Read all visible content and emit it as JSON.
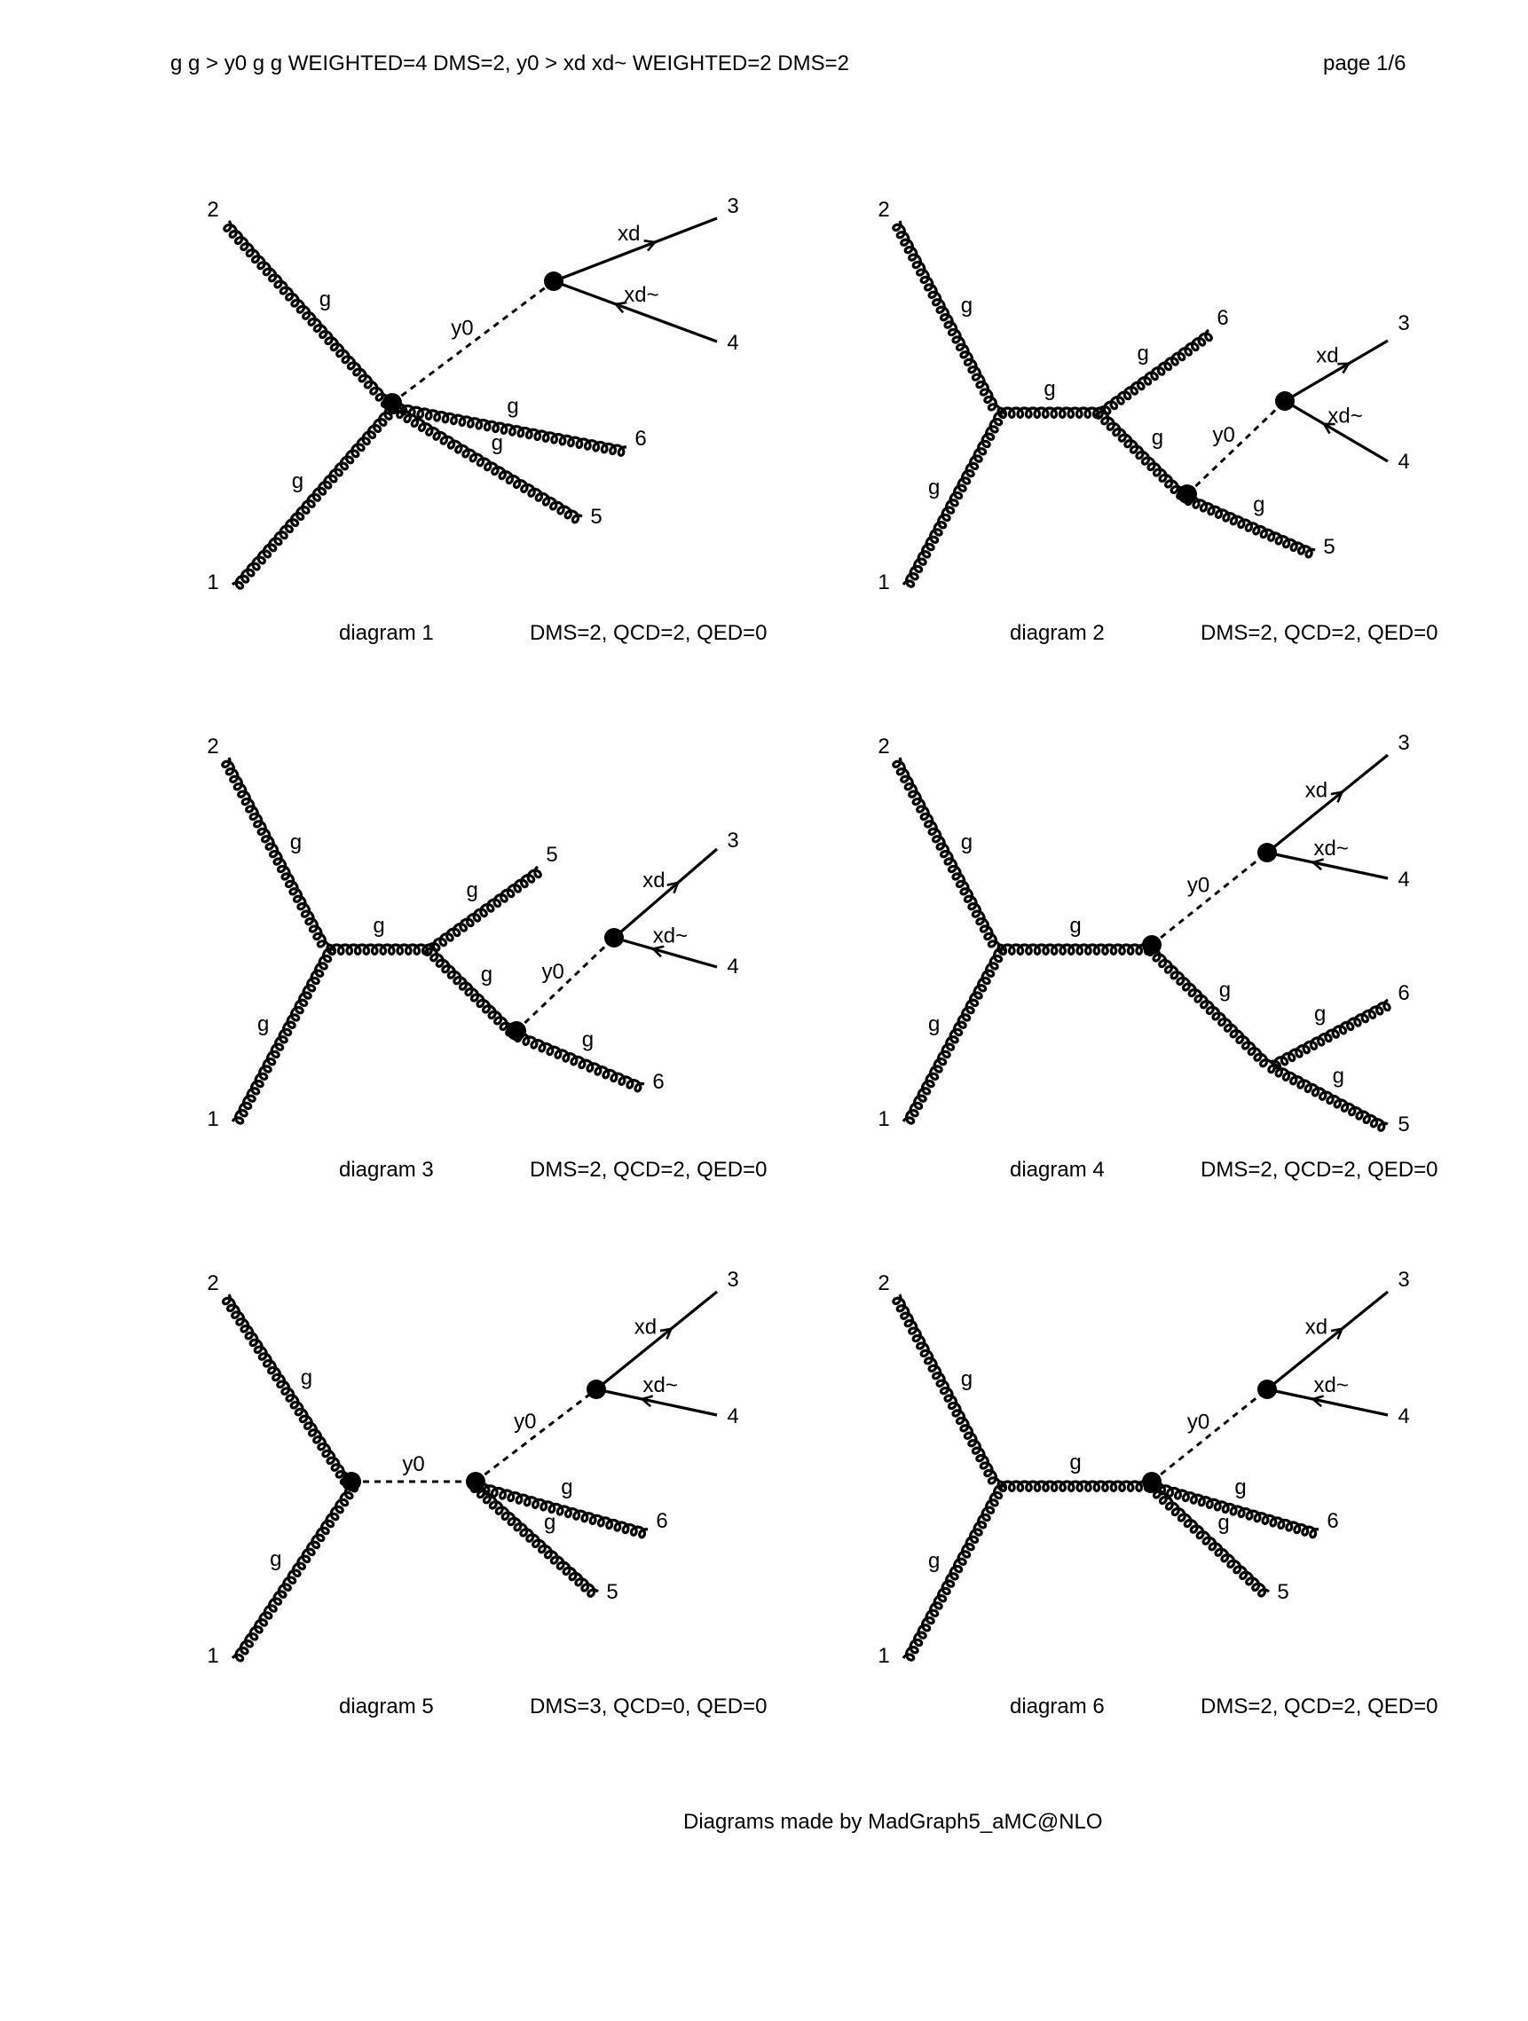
{
  "header": {
    "process": "g g > y0 g g WEIGHTED=4 DMS=2, y0 > xd xd~ WEIGHTED=2 DMS=2",
    "page": "page 1/6"
  },
  "footer": "Diagrams made by MadGraph5_aMC@NLO",
  "diagrams": [
    {
      "name": "diagram 1",
      "couplings": "DMS=2, QCD=2, QED=0",
      "lines": [
        {
          "from": "e1",
          "to": "v1",
          "type": "gluon",
          "label": "g"
        },
        {
          "from": "e2",
          "to": "v1",
          "type": "gluon",
          "label": "g"
        },
        {
          "from": "v1",
          "to": "e6",
          "type": "gluon",
          "label": "g"
        },
        {
          "from": "v1",
          "to": "e5",
          "type": "gluon",
          "label": "g"
        },
        {
          "from": "v1",
          "to": "v2",
          "type": "scalar",
          "label": "y0"
        },
        {
          "from": "v2",
          "to": "e3",
          "type": "fermion",
          "label": "xd"
        },
        {
          "from": "e4",
          "to": "v2",
          "type": "fermion",
          "label": "xd~"
        }
      ],
      "externals": [
        "1",
        "2",
        "3",
        "4",
        "5",
        "6"
      ],
      "blobs": [
        "v1",
        "v2"
      ]
    },
    {
      "name": "diagram 2",
      "couplings": "DMS=2, QCD=2, QED=0",
      "lines": [
        {
          "from": "e1",
          "to": "v1",
          "type": "gluon",
          "label": "g"
        },
        {
          "from": "e2",
          "to": "v1",
          "type": "gluon",
          "label": "g"
        },
        {
          "from": "v1",
          "to": "v2",
          "type": "gluon",
          "label": "g"
        },
        {
          "from": "v2",
          "to": "e6",
          "type": "gluon",
          "label": "g"
        },
        {
          "from": "v2",
          "to": "v3",
          "type": "gluon",
          "label": "g"
        },
        {
          "from": "v3",
          "to": "e5",
          "type": "gluon",
          "label": "g"
        },
        {
          "from": "v3",
          "to": "v4",
          "type": "scalar",
          "label": "y0"
        },
        {
          "from": "v4",
          "to": "e3",
          "type": "fermion",
          "label": "xd"
        },
        {
          "from": "e4",
          "to": "v4",
          "type": "fermion",
          "label": "xd~"
        }
      ],
      "externals": [
        "1",
        "2",
        "3",
        "4",
        "5",
        "6"
      ],
      "blobs": [
        "v3",
        "v4"
      ]
    },
    {
      "name": "diagram 3",
      "couplings": "DMS=2, QCD=2, QED=0",
      "lines": [
        {
          "from": "e1",
          "to": "v1",
          "type": "gluon",
          "label": "g"
        },
        {
          "from": "e2",
          "to": "v1",
          "type": "gluon",
          "label": "g"
        },
        {
          "from": "v1",
          "to": "v2",
          "type": "gluon",
          "label": "g"
        },
        {
          "from": "v2",
          "to": "e5",
          "type": "gluon",
          "label": "g"
        },
        {
          "from": "v2",
          "to": "v3",
          "type": "gluon",
          "label": "g"
        },
        {
          "from": "v3",
          "to": "e6",
          "type": "gluon",
          "label": "g"
        },
        {
          "from": "v3",
          "to": "v4",
          "type": "scalar",
          "label": "y0"
        },
        {
          "from": "v4",
          "to": "e3",
          "type": "fermion",
          "label": "xd"
        },
        {
          "from": "e4",
          "to": "v4",
          "type": "fermion",
          "label": "xd~"
        }
      ],
      "externals": [
        "1",
        "2",
        "3",
        "4",
        "5",
        "6"
      ],
      "blobs": [
        "v3",
        "v4"
      ]
    },
    {
      "name": "diagram 4",
      "couplings": "DMS=2, QCD=2, QED=0",
      "lines": [
        {
          "from": "e1",
          "to": "v1",
          "type": "gluon",
          "label": "g"
        },
        {
          "from": "e2",
          "to": "v1",
          "type": "gluon",
          "label": "g"
        },
        {
          "from": "v1",
          "to": "v2",
          "type": "gluon",
          "label": "g"
        },
        {
          "from": "v2",
          "to": "v3",
          "type": "scalar",
          "label": "y0"
        },
        {
          "from": "v2",
          "to": "v4",
          "type": "gluon",
          "label": "g"
        },
        {
          "from": "v4",
          "to": "e6",
          "type": "gluon",
          "label": "g"
        },
        {
          "from": "v4",
          "to": "e5",
          "type": "gluon",
          "label": "g"
        },
        {
          "from": "v3",
          "to": "e3",
          "type": "fermion",
          "label": "xd"
        },
        {
          "from": "e4",
          "to": "v3",
          "type": "fermion",
          "label": "xd~"
        }
      ],
      "externals": [
        "1",
        "2",
        "3",
        "4",
        "5",
        "6"
      ],
      "blobs": [
        "v2",
        "v3"
      ]
    },
    {
      "name": "diagram 5",
      "couplings": "DMS=3, QCD=0, QED=0",
      "lines": [
        {
          "from": "e1",
          "to": "v1",
          "type": "gluon",
          "label": "g"
        },
        {
          "from": "e2",
          "to": "v1",
          "type": "gluon",
          "label": "g"
        },
        {
          "from": "v1",
          "to": "v2",
          "type": "scalar",
          "label": "y0"
        },
        {
          "from": "v2",
          "to": "e6",
          "type": "gluon",
          "label": "g"
        },
        {
          "from": "v2",
          "to": "e5",
          "type": "gluon",
          "label": "g"
        },
        {
          "from": "v2",
          "to": "v3",
          "type": "scalar",
          "label": "y0"
        },
        {
          "from": "v3",
          "to": "e3",
          "type": "fermion",
          "label": "xd"
        },
        {
          "from": "e4",
          "to": "v3",
          "type": "fermion",
          "label": "xd~"
        }
      ],
      "externals": [
        "1",
        "2",
        "3",
        "4",
        "5",
        "6"
      ],
      "blobs": [
        "v1",
        "v2",
        "v3"
      ]
    },
    {
      "name": "diagram 6",
      "couplings": "DMS=2, QCD=2, QED=0",
      "lines": [
        {
          "from": "e1",
          "to": "v1",
          "type": "gluon",
          "label": "g"
        },
        {
          "from": "e2",
          "to": "v1",
          "type": "gluon",
          "label": "g"
        },
        {
          "from": "v1",
          "to": "v2",
          "type": "gluon",
          "label": "g"
        },
        {
          "from": "v2",
          "to": "e6",
          "type": "gluon",
          "label": "g"
        },
        {
          "from": "v2",
          "to": "e5",
          "type": "gluon",
          "label": "g"
        },
        {
          "from": "v2",
          "to": "v3",
          "type": "scalar",
          "label": "y0"
        },
        {
          "from": "v3",
          "to": "e3",
          "type": "fermion",
          "label": "xd"
        },
        {
          "from": "e4",
          "to": "v3",
          "type": "fermion",
          "label": "xd~"
        }
      ],
      "externals": [
        "1",
        "2",
        "3",
        "4",
        "5",
        "6"
      ],
      "blobs": [
        "v2",
        "v3"
      ]
    }
  ]
}
